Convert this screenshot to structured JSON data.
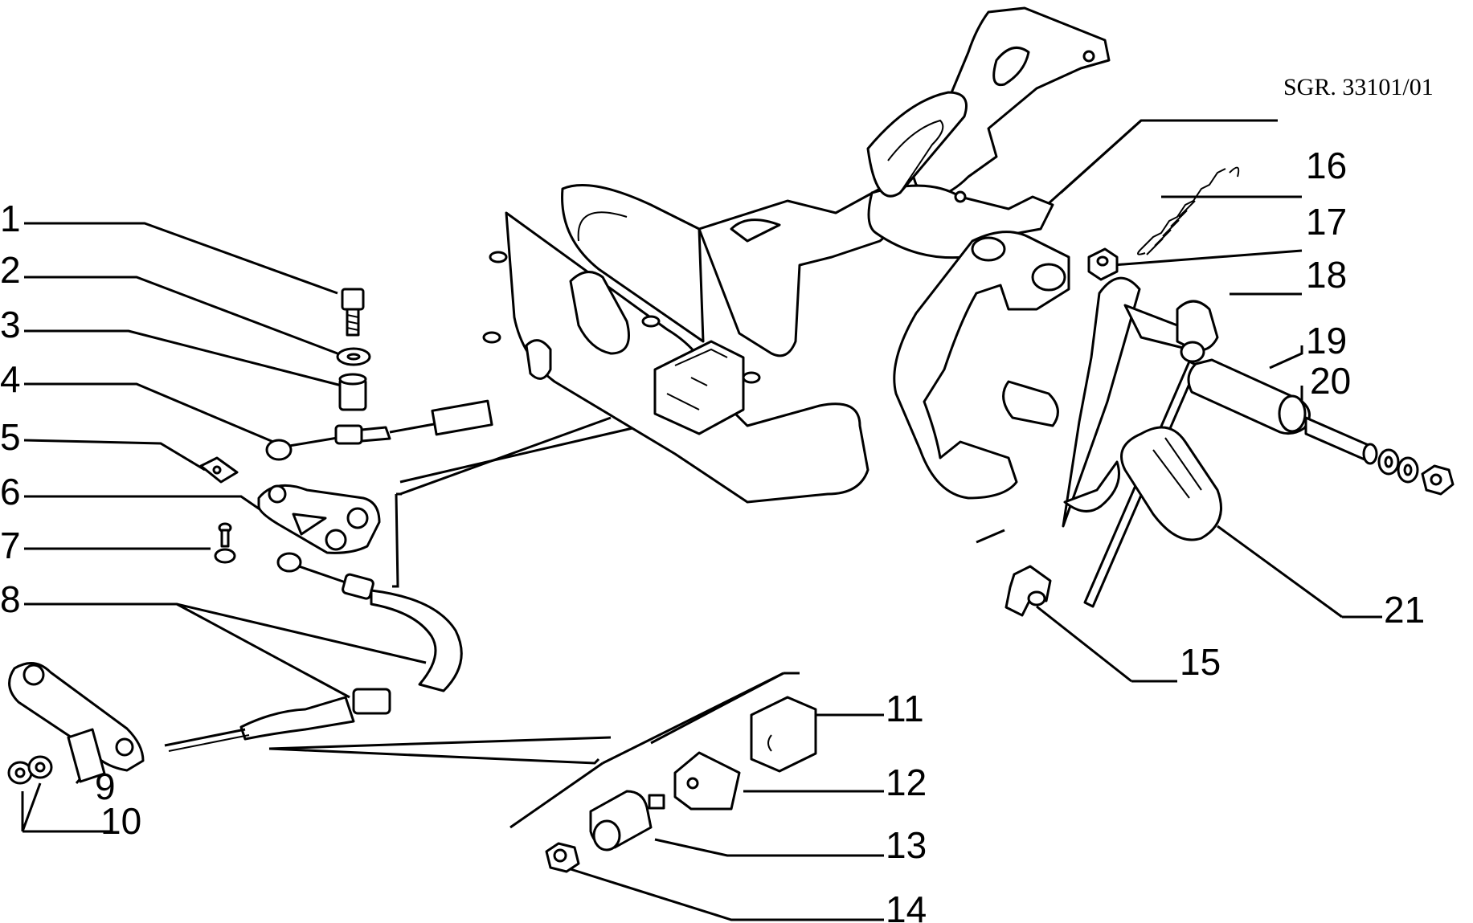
{
  "reference_code": "SGR. 33101/01",
  "callouts": [
    "1",
    "2",
    "3",
    "4",
    "5",
    "6",
    "7",
    "8",
    "9",
    "10",
    "11",
    "12",
    "13",
    "14",
    "15",
    "16",
    "17",
    "18",
    "19",
    "20",
    "21"
  ]
}
